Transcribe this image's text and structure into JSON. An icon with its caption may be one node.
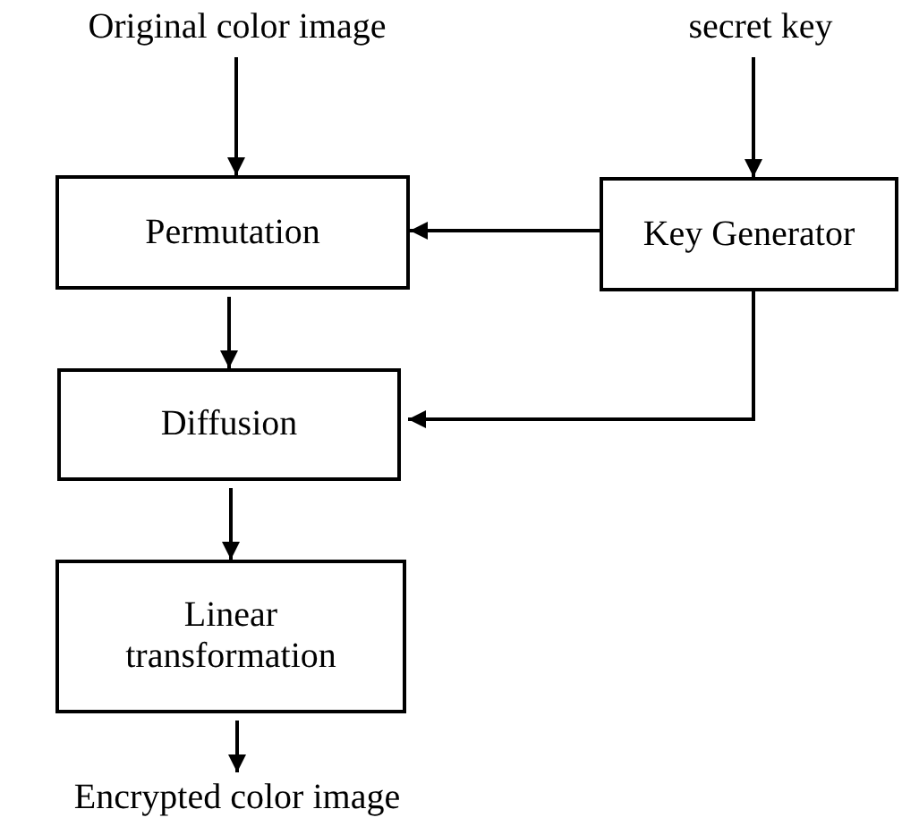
{
  "diagram": {
    "nodes": [
      {
        "text": [
          "Original color image"
        ]
      },
      {
        "text": [
          "secret key"
        ]
      },
      {
        "text": [
          "Permutation"
        ]
      },
      {
        "text": [
          "Key Generator"
        ]
      },
      {
        "text": [
          "Diffusion"
        ]
      },
      {
        "text": [
          "Linear transformation"
        ]
      },
      {
        "text": [
          "Encrypted color image"
        ]
      }
    ],
    "edges": [
      {
        "from": 0,
        "to": 2,
        "arrow": "to"
      },
      {
        "from": 1,
        "to": 3,
        "arrow": "to"
      },
      {
        "from": 3,
        "to": 2,
        "arrow": "to"
      },
      {
        "from": 2,
        "to": 4,
        "arrow": "to"
      },
      {
        "from": 3,
        "to": 4,
        "arrow": "to"
      },
      {
        "from": 4,
        "to": 5,
        "arrow": "to"
      },
      {
        "from": 5,
        "to": 6,
        "arrow": "to"
      }
    ]
  }
}
